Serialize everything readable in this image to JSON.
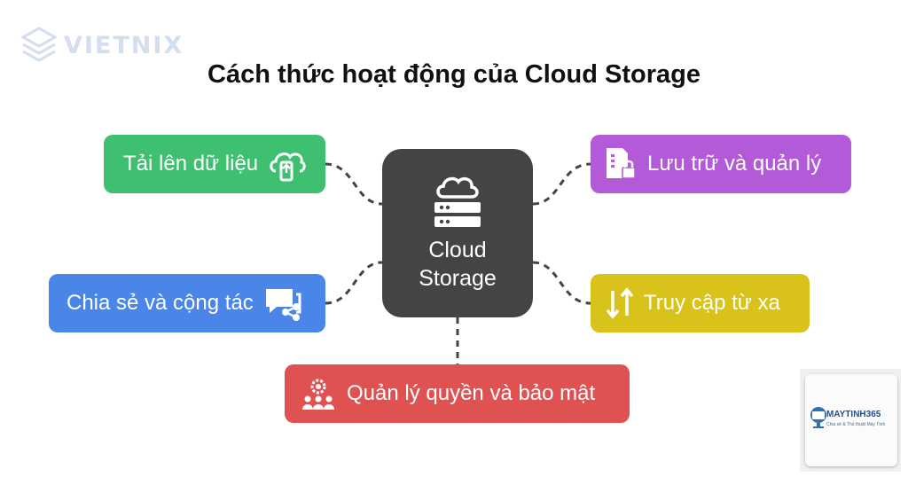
{
  "brand": {
    "name": "VIETNIX"
  },
  "title": "Cách thức hoạt động của Cloud Storage",
  "center": {
    "line1": "Cloud",
    "line2": "Storage",
    "icon": "cloud-server-icon"
  },
  "nodes": {
    "upload": {
      "label": "Tải lên dữ liệu",
      "icon": "cloud-upload-icon",
      "color": "#3fbf70"
    },
    "storage": {
      "label": "Lưu trữ và quản lý",
      "icon": "secure-file-icon",
      "color": "#b35ad9"
    },
    "share": {
      "label": "Chia sẻ và cộng tác",
      "icon": "share-chat-icon",
      "color": "#4a86e8"
    },
    "remote": {
      "label": "Truy cập từ xa",
      "icon": "up-down-arrows-icon",
      "color": "#d9c21a"
    },
    "permission": {
      "label": "Quản lý quyền và bảo mật",
      "icon": "user-group-gear-icon",
      "color": "#e05252"
    }
  },
  "badge": {
    "name": "MAYTINH365",
    "tagline": "Chia sẻ & Thủ thuật Máy Tính"
  }
}
